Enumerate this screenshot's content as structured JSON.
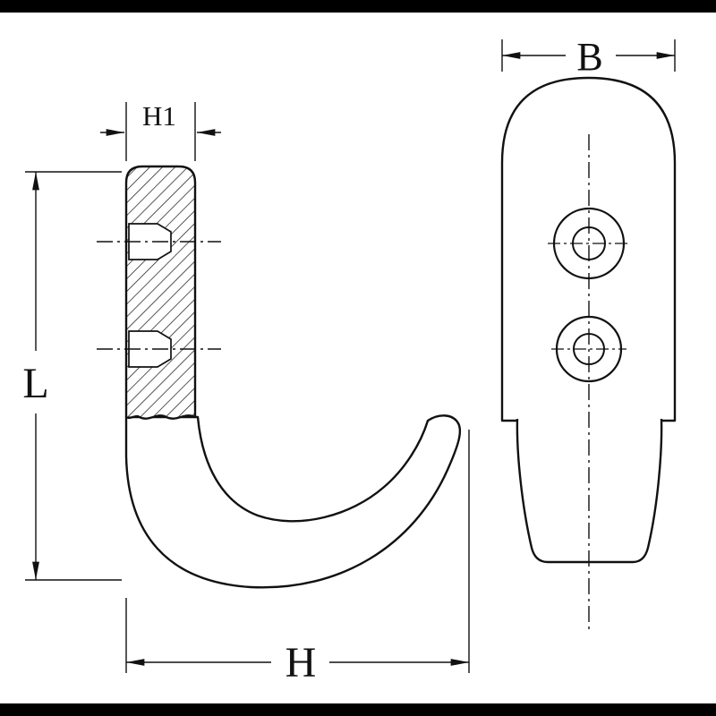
{
  "drawing": {
    "description_type": "technical-drawing",
    "dimensions": {
      "h1": {
        "label": "H1"
      },
      "l": {
        "label": "L"
      },
      "h": {
        "label": "H"
      },
      "b": {
        "label": "B"
      }
    },
    "colors": {
      "ink": "#111111",
      "paper": "#ffffff",
      "border_bar": "#000000"
    }
  }
}
